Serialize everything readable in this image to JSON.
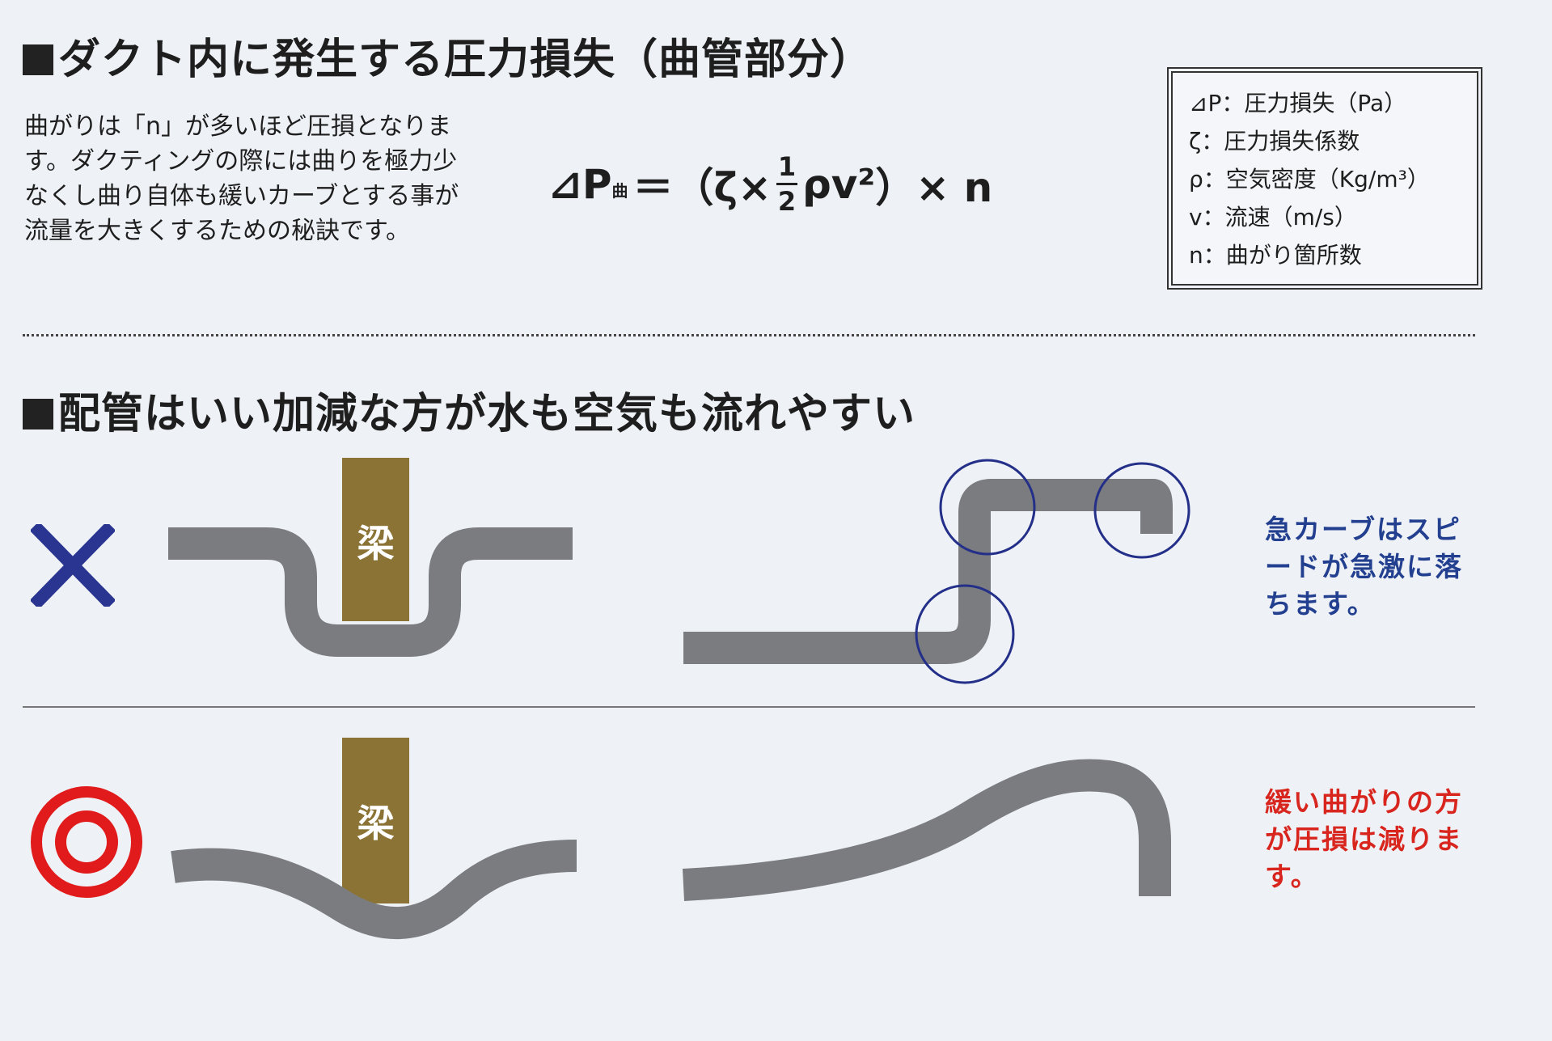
{
  "section1": {
    "heading": "ダクト内に発生する圧力損失（曲管部分）",
    "description": "曲がりは「n」が多いほど圧損となります。ダクティングの際には曲りを極力少なくし曲り自体も緩いカーブとする事が流量を大きくするための秘訣です。",
    "formula": {
      "lhs": "⊿P",
      "lhs_sub": "曲",
      "eq_open": "＝（ζ×",
      "frac_num": "1",
      "frac_den": "2",
      "rho_v": "ρv²",
      "tail": "）× n"
    },
    "legend": [
      "⊿P：圧力損失（Pa）",
      "ζ：圧力損失係数",
      "ρ：空気密度（Kg/m³）",
      "v：流速（m/s）",
      "n：曲がり箇所数"
    ]
  },
  "section2": {
    "heading": "配管はいい加減な方が水も空気も流れやすい",
    "beam_label": "梁",
    "bad_note": "急カーブはスピードが急激に落ちます。",
    "good_note": "緩い曲がりの方が圧損は減ります。",
    "colors": {
      "cross": "#2a3591",
      "target": "#e11b1b",
      "bad_note": "#233f8f",
      "good_note": "#d8261e",
      "pipe": "#7a7c7f",
      "beam": "#8a7335",
      "circle": "#232f88"
    },
    "icons": [
      "cross-icon",
      "double-circle-icon"
    ]
  }
}
